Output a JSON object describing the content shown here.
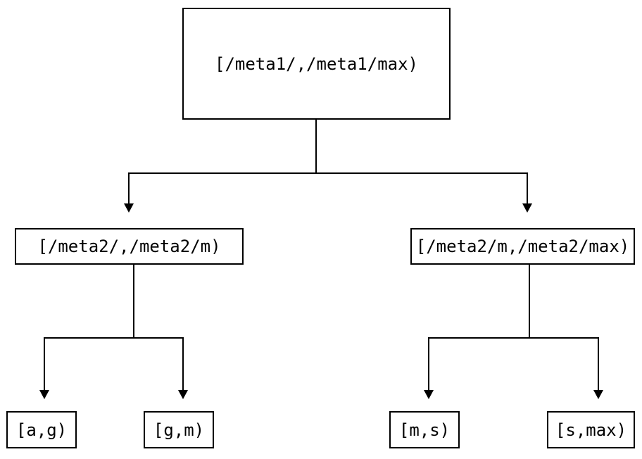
{
  "diagram": {
    "type": "tree",
    "title": "",
    "background_color": "#ffffff",
    "stroke_color": "#000000",
    "nodes": {
      "root": {
        "label": "[/meta1/,/meta1/max)"
      },
      "mid_left": {
        "label": "[/meta2/,/meta2/m)"
      },
      "mid_right": {
        "label": "[/meta2/m,/meta2/max)"
      },
      "leaf_1": {
        "label": "[a,g)"
      },
      "leaf_2": {
        "label": "[g,m)"
      },
      "leaf_3": {
        "label": "[m,s)"
      },
      "leaf_4": {
        "label": "[s,max)"
      }
    },
    "edges": [
      {
        "from": "root",
        "to": "mid_left"
      },
      {
        "from": "root",
        "to": "mid_right"
      },
      {
        "from": "mid_left",
        "to": "leaf_1"
      },
      {
        "from": "mid_left",
        "to": "leaf_2"
      },
      {
        "from": "mid_right",
        "to": "leaf_3"
      },
      {
        "from": "mid_right",
        "to": "leaf_4"
      }
    ]
  }
}
